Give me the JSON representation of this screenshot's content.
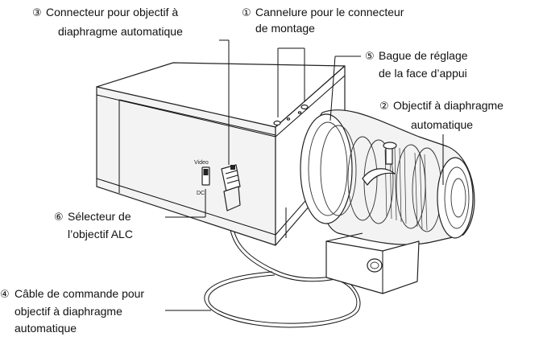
{
  "callouts": {
    "c1": {
      "marker": "①",
      "lines": [
        "Cannelure pour le connecteur",
        "de montage"
      ]
    },
    "c2": {
      "marker": "②",
      "lines": [
        "Objectif à diaphragme",
        "automatique"
      ]
    },
    "c3": {
      "marker": "③",
      "lines": [
        "Connecteur pour objectif à",
        "diaphragme automatique"
      ]
    },
    "c4": {
      "marker": "④",
      "lines": [
        "Câble de commande pour",
        "objectif à diaphragme",
        "automatique"
      ]
    },
    "c5": {
      "marker": "⑤",
      "lines": [
        "Bague de réglage",
        "de la face d’appui"
      ]
    },
    "c6": {
      "marker": "⑥",
      "lines": [
        "Sélecteur de",
        "l’objectif ALC"
      ]
    }
  },
  "switch_labels": {
    "top": "Video",
    "bottom": "DC"
  },
  "colors": {
    "ink": "#111111",
    "background": "#ffffff"
  }
}
